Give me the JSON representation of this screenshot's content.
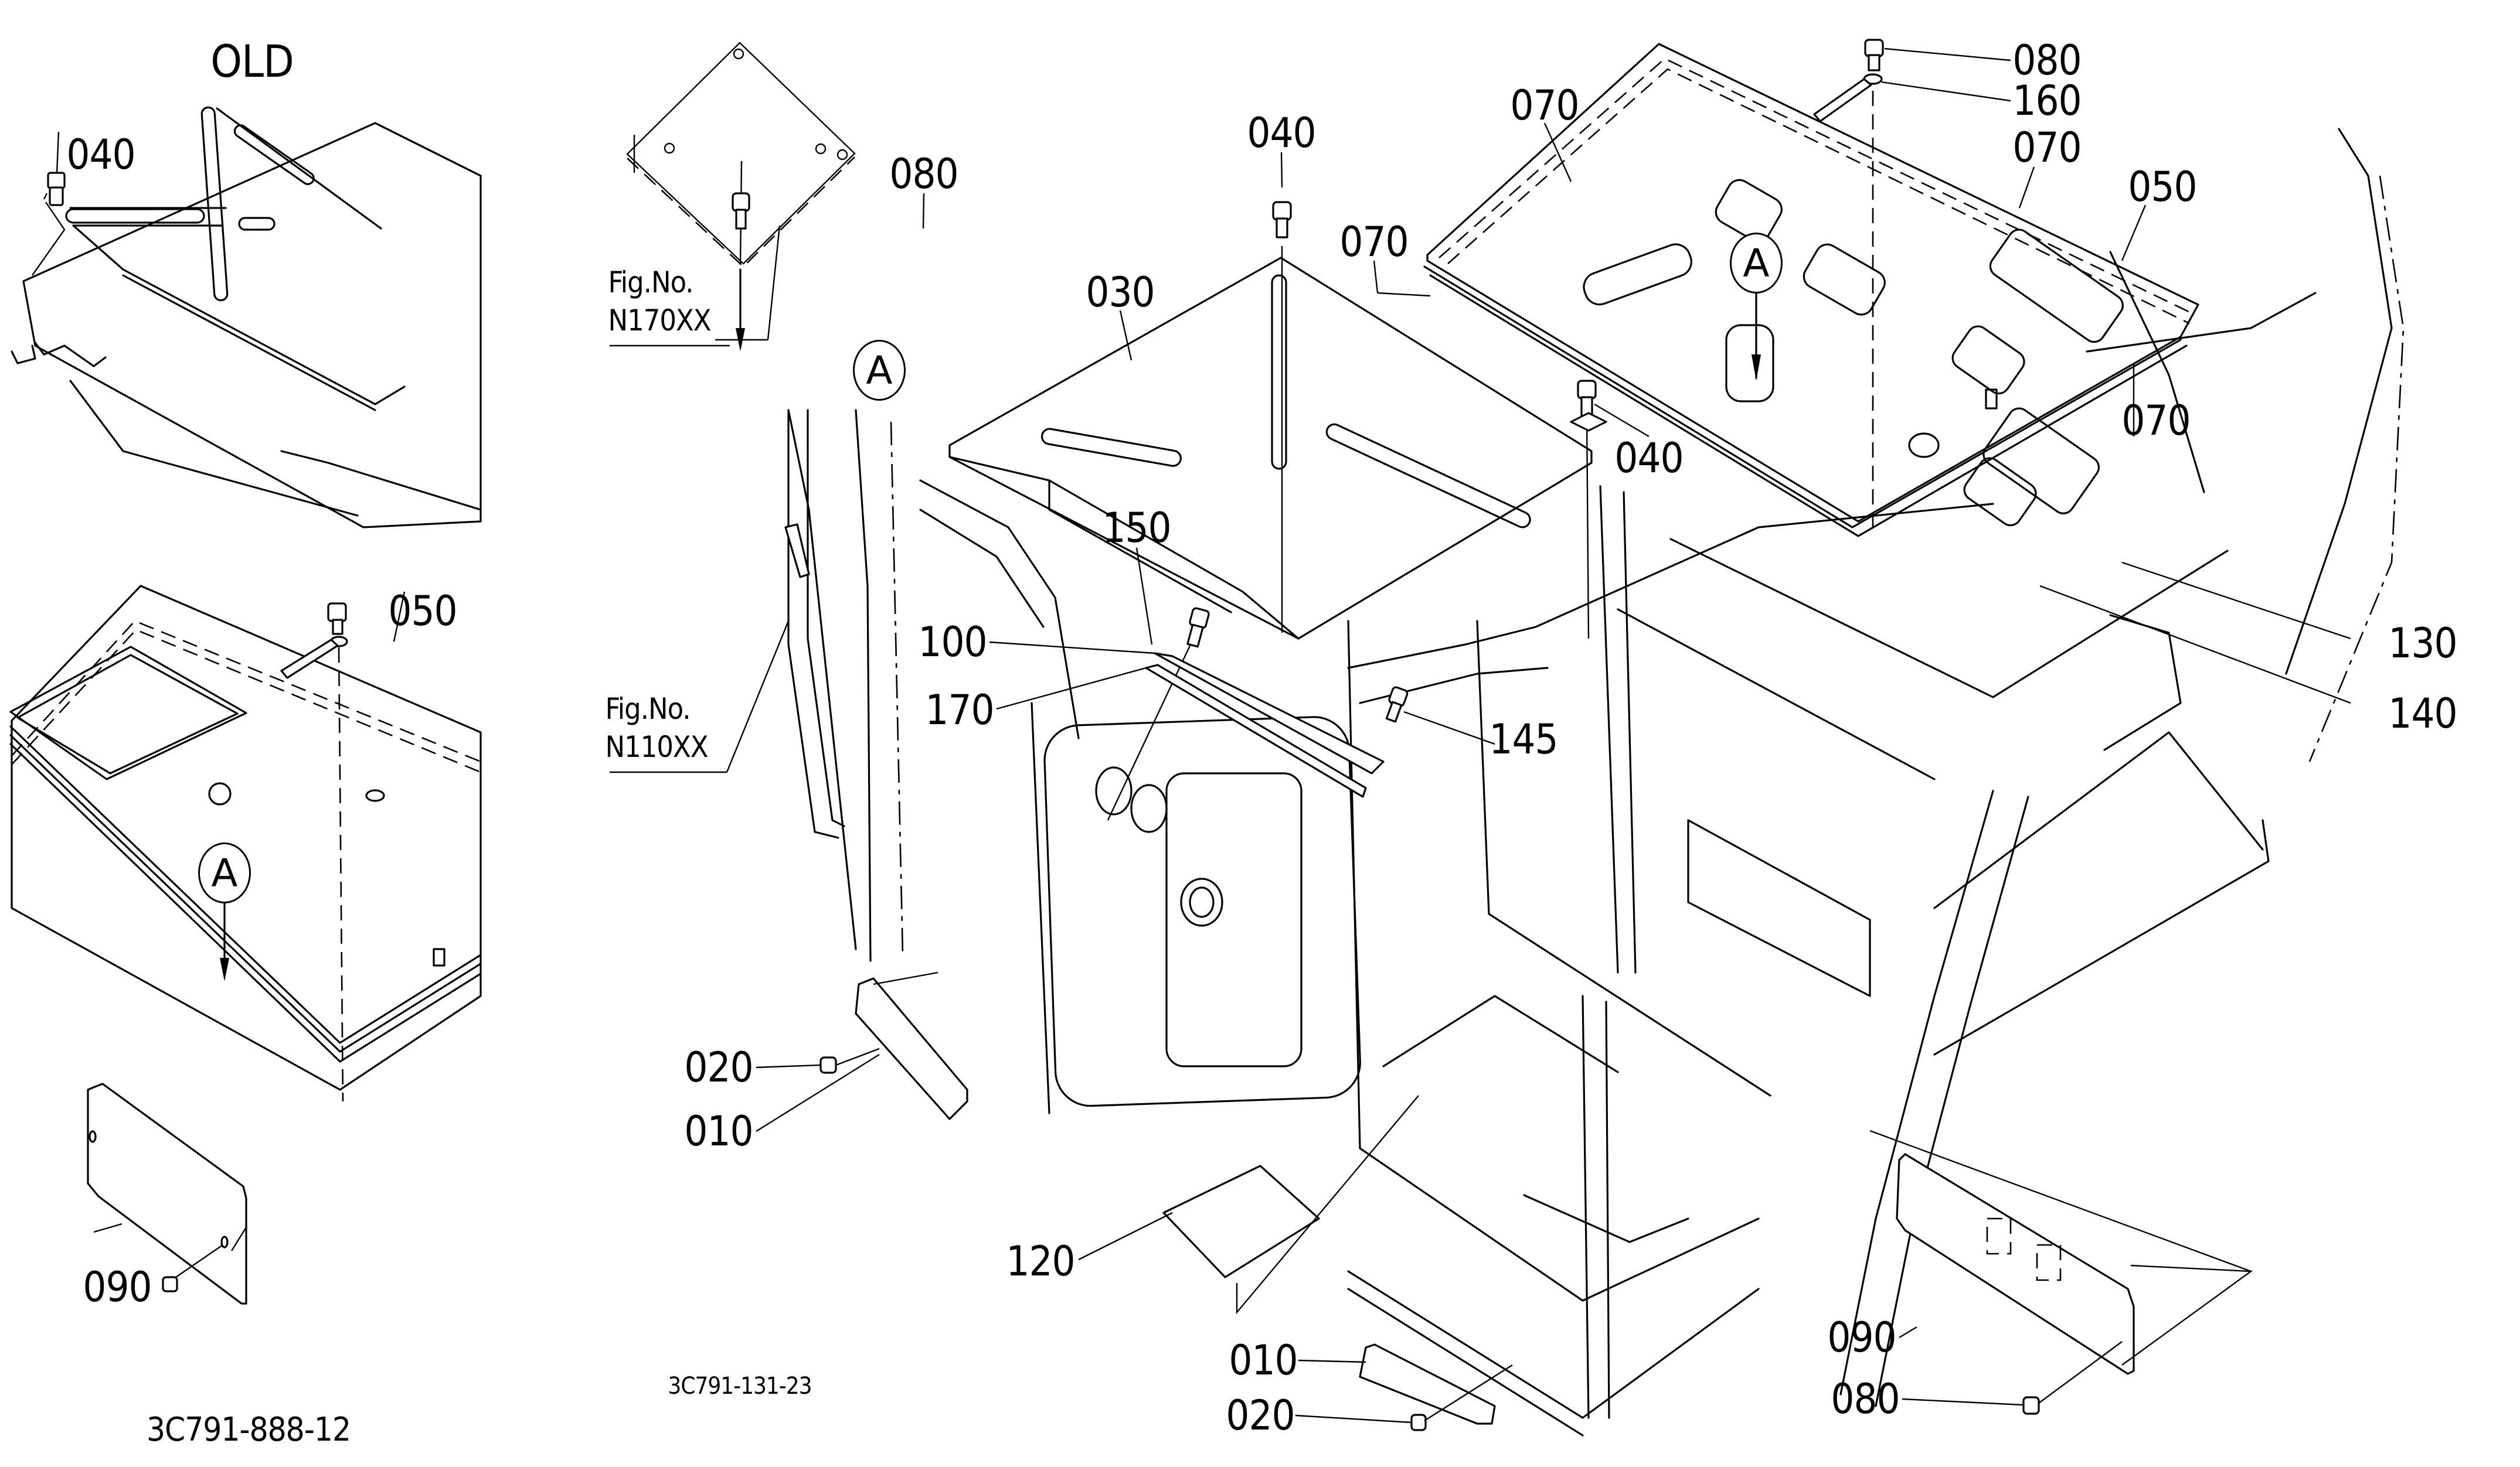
{
  "diagram": {
    "type": "exploded-parts-diagram",
    "inset_title": "OLD",
    "inset_drawing_code": "3C791-888-12",
    "main_drawing_code": "3C791-131-23",
    "reference_marker": "A",
    "figure_references": [
      {
        "line1": "Fig.No.",
        "line2": "N170XX"
      },
      {
        "line1": "Fig.No.",
        "line2": "N110XX"
      }
    ],
    "inset_callouts": [
      "040",
      "050",
      "090"
    ],
    "main_callouts": {
      "top_bolt_cover": "080",
      "top_bolt_frame": "040",
      "cover_030": "030",
      "seal_070_a": "070",
      "seal_070_b": "070",
      "roof_bolt": "080",
      "roof_washer": "160",
      "seal_070_c": "070",
      "roof_panel": "050",
      "seal_070_d": "070",
      "frame_bolt_right": "040",
      "bolt_150": "150",
      "part_100": "100",
      "part_170": "170",
      "bolt_145": "145",
      "part_130": "130",
      "part_140": "140",
      "bolt_020_left": "020",
      "bracket_010_left": "010",
      "plate_120": "120",
      "bracket_010_right": "010",
      "bolt_020_right": "020",
      "panel_090_right": "090",
      "bolt_080_right": "080"
    }
  }
}
